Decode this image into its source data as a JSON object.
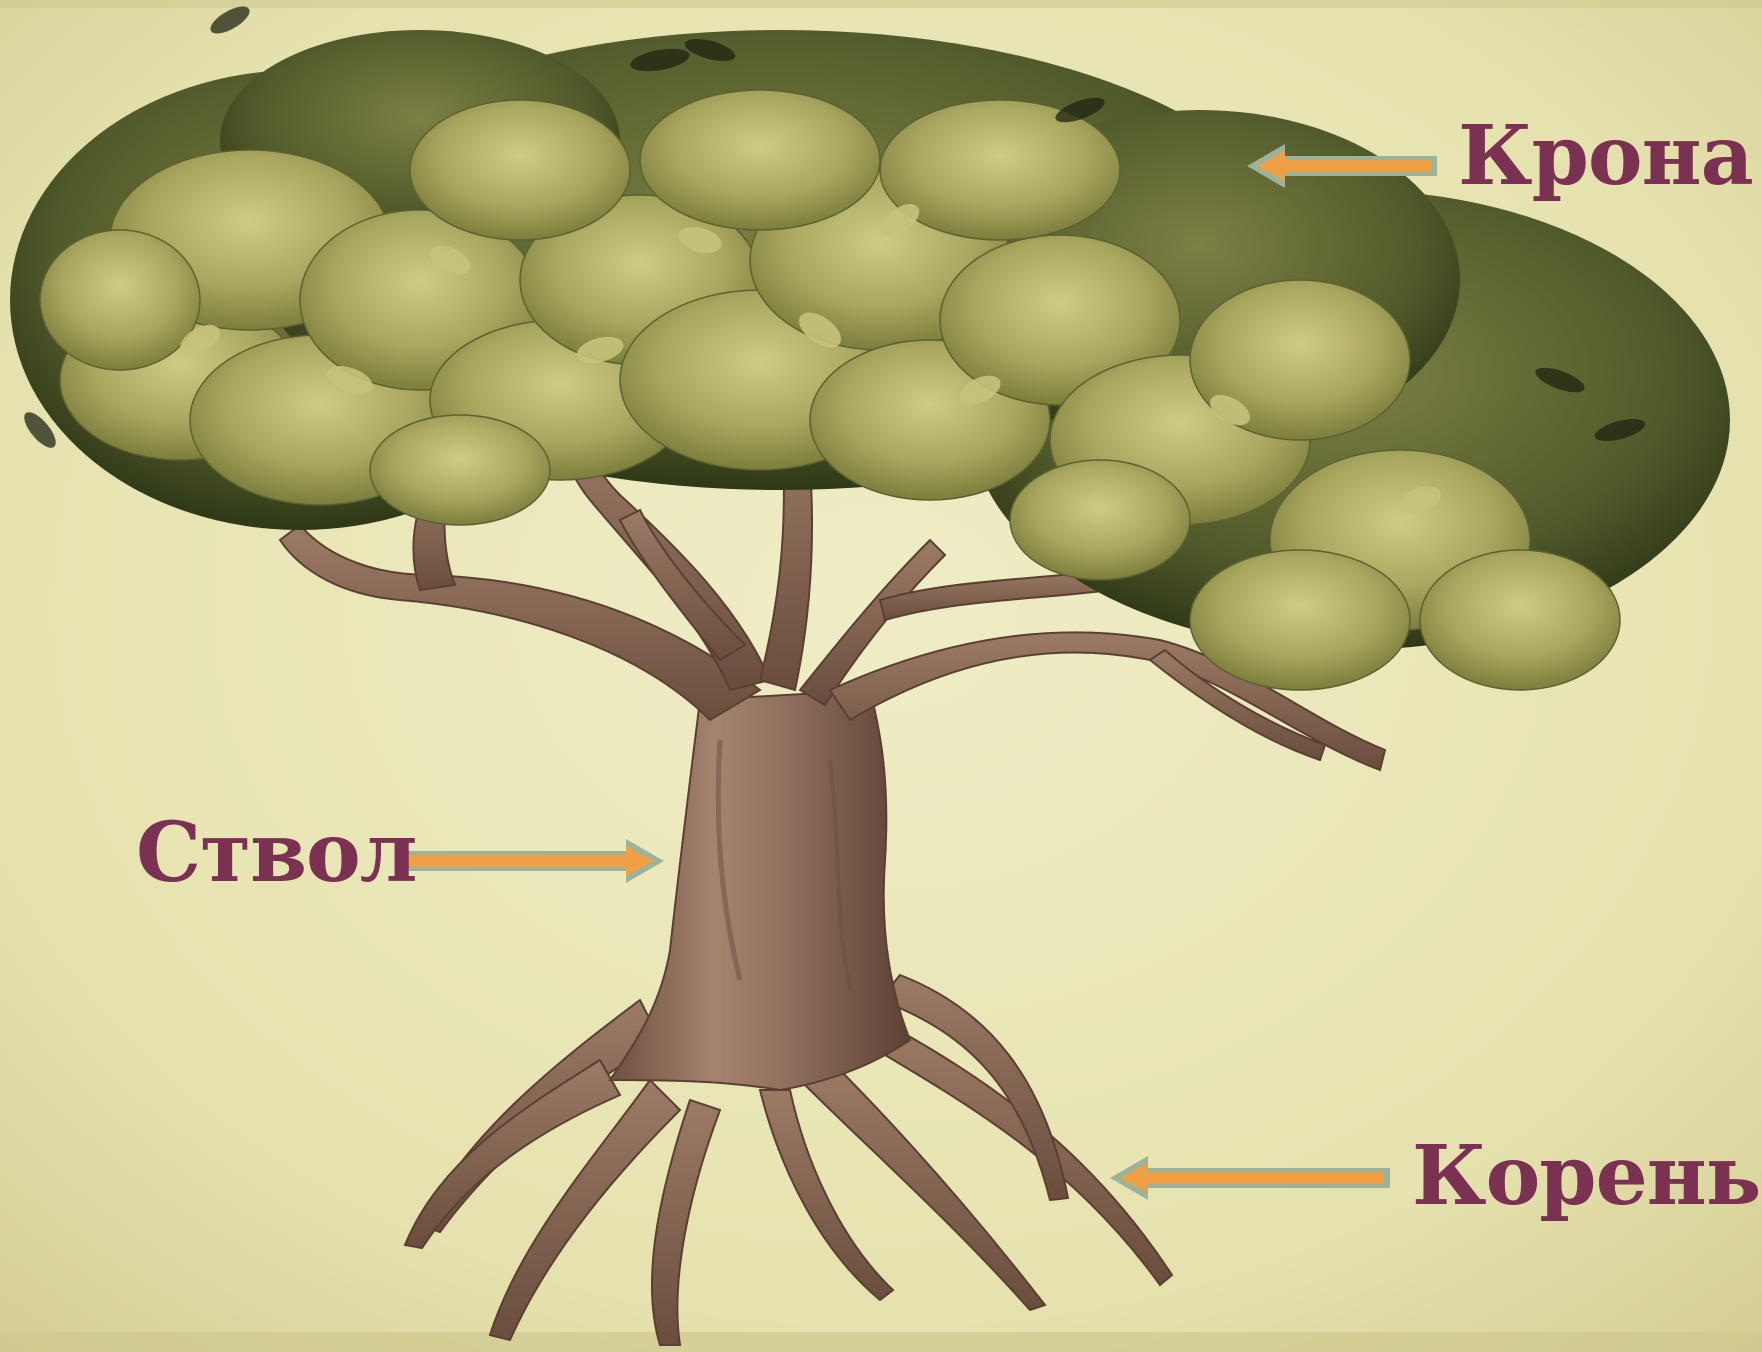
{
  "diagram": {
    "labels": {
      "crown": "Крона",
      "trunk": "Ствол",
      "root": "Корень"
    }
  },
  "colors": {
    "background": "#e9e6b6",
    "label_text": "#7a3152",
    "arrow_fill": "#f0a044",
    "arrow_outline": "#9bb39b",
    "bark": "#8a6a58",
    "foliage_light": "#b7b46a",
    "foliage_dark": "#4e5528"
  }
}
